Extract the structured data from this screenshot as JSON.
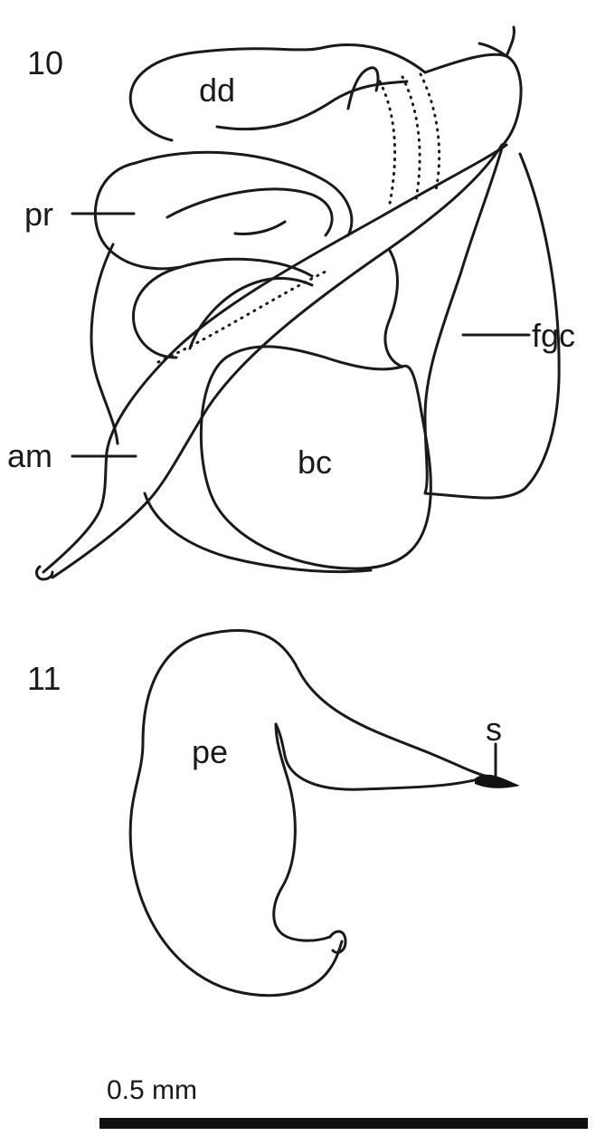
{
  "figure_10": {
    "number": "10",
    "labels": {
      "dd": "dd",
      "pr": "pr",
      "fgc": "fgc",
      "am": "am",
      "bc": "bc"
    }
  },
  "figure_11": {
    "number": "11",
    "labels": {
      "pe": "pe",
      "s": "s"
    }
  },
  "scale_bar": {
    "label": "0.5 mm"
  }
}
